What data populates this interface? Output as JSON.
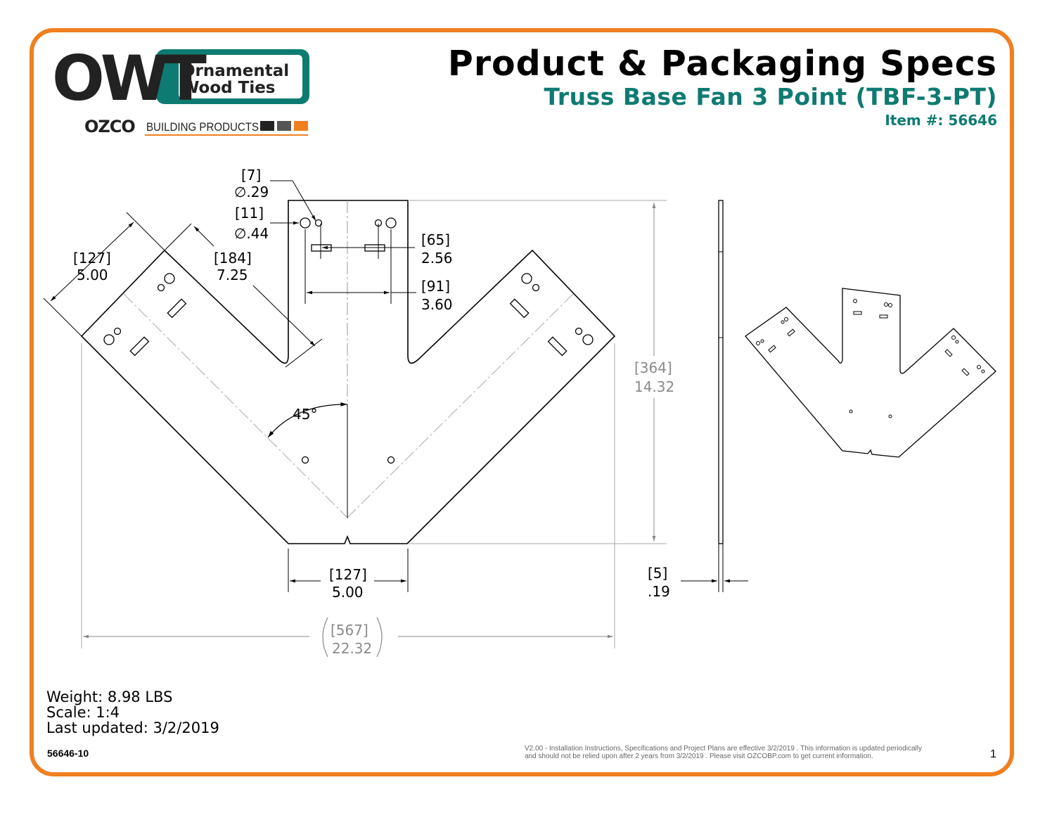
{
  "header": {
    "title": "Product & Packaging Specs",
    "subtitle": "Truss Base Fan 3 Point (TBF-3-PT)",
    "item_number": "Item #: 56646"
  },
  "logo": {
    "mark": "OWT",
    "name_line1": "Ornamental",
    "name_line2": "Wood Ties",
    "parent_brand": "OZCO",
    "parent_tagline": "BUILDING PRODUCTS"
  },
  "dimensions": {
    "hole_small_mm": "[7]",
    "hole_small_in": "∅.29",
    "hole_large_mm": "[11]",
    "hole_large_in": "∅.44",
    "slot_spacing_mm": "[65]",
    "slot_spacing_in": "2.56",
    "hole_spacing_mm": "[91]",
    "hole_spacing_in": "3.60",
    "arm_width_mm": "[127]",
    "arm_width_in": "5.00",
    "arm_length_mm": "[184]",
    "arm_length_in": "7.25",
    "height_mm": "[364]",
    "height_in": "14.32",
    "angle": "45°",
    "base_width_mm": "[127]",
    "base_width_in": "5.00",
    "thickness_mm": "[5]",
    "thickness_in": ".19",
    "overall_width_mm": "[567]",
    "overall_width_in": "22.32"
  },
  "specs": {
    "weight": "Weight: 8.98 LBS",
    "scale": "Scale: 1:4",
    "last_updated": "Last updated: 3/2/2019"
  },
  "footer": {
    "doc_id": "56646-10",
    "note_line1": "V2.00 - Installation Instructions, Specifications and Project Plans are effective 3/2/2019 . This information is updated periodically",
    "note_line2": "and should not be relied upon after 2 years from 3/2/2019 . Please visit OZCOBP.com to get current information.",
    "page_number": "1"
  },
  "colors": {
    "frame_orange": "#F07F1F",
    "brand_teal": "#0E7B72"
  }
}
